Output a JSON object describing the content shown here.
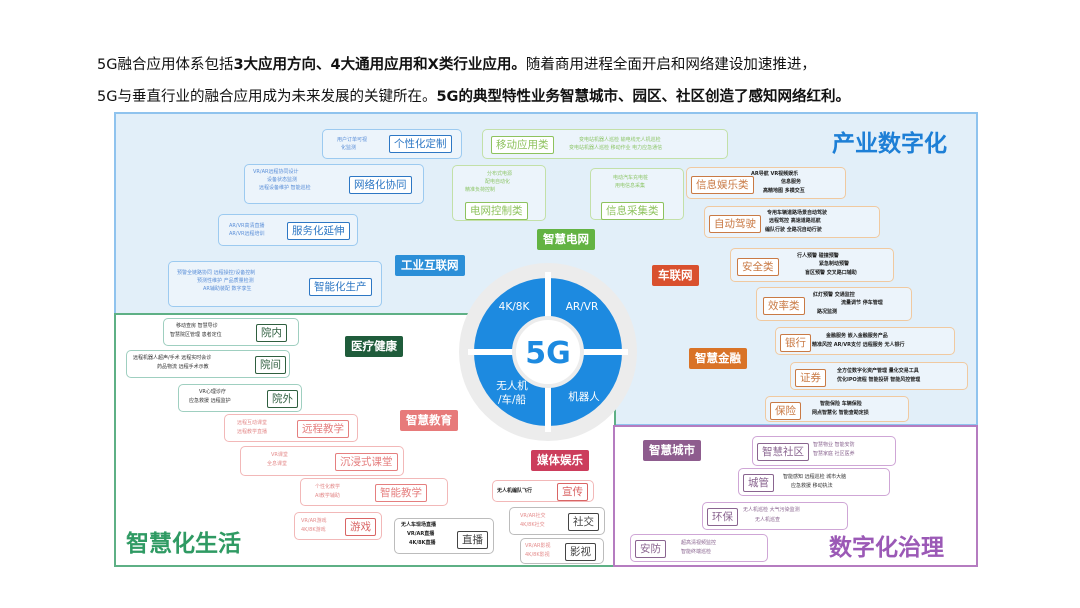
{
  "intro": {
    "line1": [
      {
        "text": "5G融合应用体系包括",
        "bold": false
      },
      {
        "text": "3大应用方向、4大通用应用和X类行业应用。",
        "bold": true
      },
      {
        "text": "随着商用进程全面开启和网络建设加速推进，",
        "bold": false
      }
    ],
    "line2": [
      {
        "text": "5G与垂直行业的融合应用成为未来发展的关键所在。",
        "bold": false
      },
      {
        "text": "5G的典型特性业务智慧城市、园区、社区创造了感知网络红利。",
        "bold": true
      }
    ]
  },
  "zones": {
    "industry": "产业数字化",
    "life": "智慧化生活",
    "governance": "数字化治理"
  },
  "colors": {
    "industry_bg": "#e2eff9",
    "industry_border": "#8fc3ee",
    "life_border": "#5eb085",
    "governance_border": "#b57cc0",
    "ring_blue": "#1d8ae0",
    "gray_ring": "#ececec"
  },
  "center": {
    "label": "5G",
    "quadrants": [
      "4K/8K",
      "AR/VR",
      "无人机\n/车/船",
      "机器人"
    ]
  },
  "categories": {
    "power_grid": "智慧电网",
    "iiot": "工业互联网",
    "vehicles": "车联网",
    "medical": "医疗健康",
    "finance": "智慧金融",
    "education": "智慧教育",
    "media": "媒体娱乐",
    "city": "智慧城市"
  },
  "groups": {
    "iiot": [
      {
        "tag": "个性化定制",
        "small": [
          "用户订单可视",
          "化监测"
        ]
      },
      {
        "tag": "网络化协同",
        "small": [
          "VR/AR远程协同设计",
          "设备状态监测",
          "远程设备维护  智能巡检"
        ]
      },
      {
        "tag": "服务化延伸",
        "small": [
          "AR/VR高清直播",
          "AR/VR远程培训"
        ]
      },
      {
        "tag": "智能化生产",
        "small": [
          "预警全链路协同  远程操控/设备控制",
          "预测性维护  产品质量检测",
          "AR辅助装配  数字孪生"
        ]
      }
    ],
    "grid": [
      {
        "tag": "移动应用类",
        "small": [
          "变电站机器人巡检  输电线无人机巡检",
          "变电站机器人巡检  移动作业  电力应急通信"
        ]
      },
      {
        "tag": "电网控制类",
        "small": [
          "分布式电源",
          "配电自动化",
          "精准负荷控制"
        ]
      },
      {
        "tag": "信息采集类",
        "small": [
          "电动汽车充电桩",
          "用电信息采集"
        ]
      }
    ],
    "vehicles": [
      {
        "tag": "信息娱乐类",
        "small": [
          "AR导航  VR视频娱乐",
          "信息服务",
          "高精地图  多模交互"
        ]
      },
      {
        "tag": "自动驾驶",
        "small": [
          "专用车辆道路场景自动驾驶",
          "远程驾控  高速道路巡航",
          "编队行驶  全路况自动行驶"
        ]
      },
      {
        "tag": "安全类",
        "small": [
          "行人预警  碰撞预警",
          "紧急制动预警",
          "盲区预警  交叉路口辅助"
        ]
      },
      {
        "tag": "效率类",
        "small": [
          "红灯预警  交通监控",
          "流量调节  停车管理",
          "路况监测"
        ]
      }
    ],
    "finance": [
      {
        "tag": "银行",
        "small": [
          "金融服务  嵌入金融服务产品",
          "精准风控  AR/VR支付  远程服务  无人银行"
        ]
      },
      {
        "tag": "证券",
        "small": [
          "全方位数字化资产管理  量化交易工具",
          "优化IPO流程  智能投研  智能风控管理"
        ]
      },
      {
        "tag": "保险",
        "small": [
          "智能保险  车辆保险",
          "网点智慧化  智能查勘定损"
        ]
      }
    ],
    "medical": [
      {
        "tag": "院内",
        "small": [
          "移动查房  智慧导诊",
          "智慧院区管理  患者定位"
        ]
      },
      {
        "tag": "院间",
        "small": [
          "远程机器人超声/手术  远程实时会诊",
          "药品物流  远程手术示教"
        ]
      },
      {
        "tag": "院外",
        "small": [
          "VR心理诊疗",
          "应急救援  远程监护"
        ]
      }
    ],
    "education": [
      {
        "tag": "远程教学",
        "small": [
          "远程互动课堂",
          "远程教学直播"
        ]
      },
      {
        "tag": "沉浸式课堂",
        "small": [
          "VR课堂",
          "全息课堂"
        ]
      },
      {
        "tag": "智能教学",
        "small": [
          "个性化教学",
          "AI教学辅助"
        ]
      }
    ],
    "media": [
      {
        "tag": "游戏",
        "small": [
          "VR/AR游戏",
          "4K/8K游戏"
        ]
      },
      {
        "tag": "直播",
        "small": [
          "无人车现场直播",
          "VR/AR直播",
          "4K/8K直播"
        ]
      },
      {
        "tag": "宣传",
        "small": [
          "无人机编队飞行"
        ]
      },
      {
        "tag": "社交",
        "small": [
          "VR/AR社交",
          "4K/8K社交"
        ]
      },
      {
        "tag": "影视",
        "small": [
          "VR/AR影视",
          "4K/8K影视"
        ]
      }
    ],
    "city": [
      {
        "tag": "智慧社区",
        "small": [
          "智慧物业  智能安防",
          "智慧家庭  社区医养"
        ]
      },
      {
        "tag": "城管",
        "small": [
          "智能感知  远程巡检  城市大脑",
          "应急救援  移动执法"
        ]
      },
      {
        "tag": "环保",
        "small": [
          "无人机巡检  大气污染监测",
          "无人机巡查"
        ]
      },
      {
        "tag": "安防",
        "small": [
          "超高清视频监控",
          "智能终端巡检"
        ]
      }
    ]
  }
}
